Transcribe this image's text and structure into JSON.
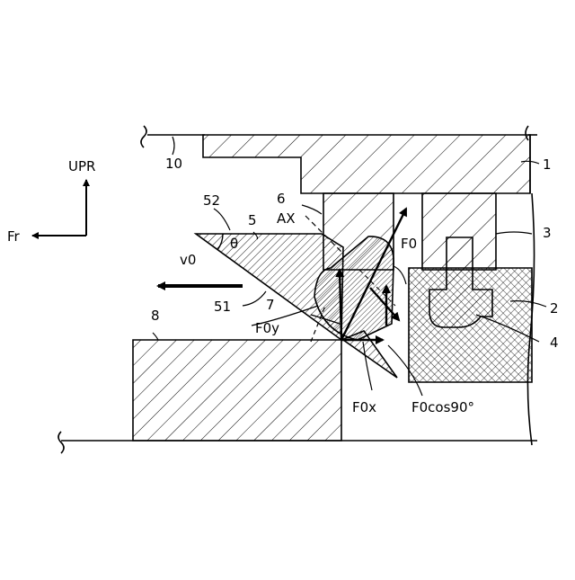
{
  "labels": {
    "n1": "1",
    "n2": "2",
    "n3": "3",
    "n4": "4",
    "n5": "5",
    "n6": "6",
    "n7": "7",
    "n8": "8",
    "n10": "10",
    "n51": "51",
    "n52": "52",
    "ax": "AX",
    "theta": "θ",
    "v0": "v0",
    "upr": "UPR",
    "fr": "Fr",
    "f0": "F0",
    "f0x": "F0x",
    "f0y": "F0y",
    "f0cos": "F0cos90°"
  }
}
